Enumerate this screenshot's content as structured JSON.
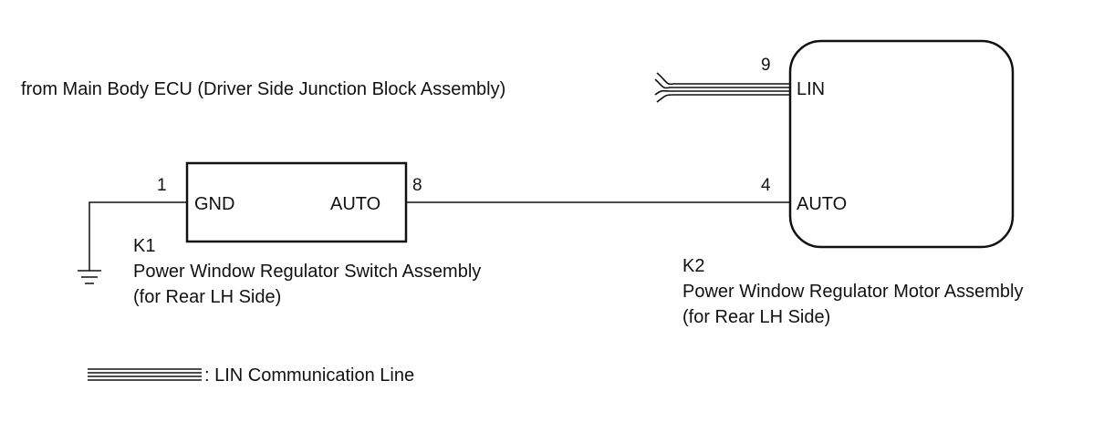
{
  "source_label": "from Main Body ECU (Driver Side Junction Block Assembly)",
  "components": {
    "k1": {
      "ref": "K1",
      "name": "Power Window Regulator Switch Assembly",
      "side": "(for Rear LH Side)",
      "pins": {
        "gnd": {
          "number": "1",
          "label": "GND"
        },
        "auto": {
          "number": "8",
          "label": "AUTO"
        }
      }
    },
    "k2": {
      "ref": "K2",
      "name": "Power Window Regulator Motor Assembly",
      "side": "(for Rear LH Side)",
      "pins": {
        "lin": {
          "number": "9",
          "label": "LIN"
        },
        "auto": {
          "number": "4",
          "label": "AUTO"
        }
      }
    }
  },
  "legend": {
    "text": ": LIN Communication Line"
  }
}
